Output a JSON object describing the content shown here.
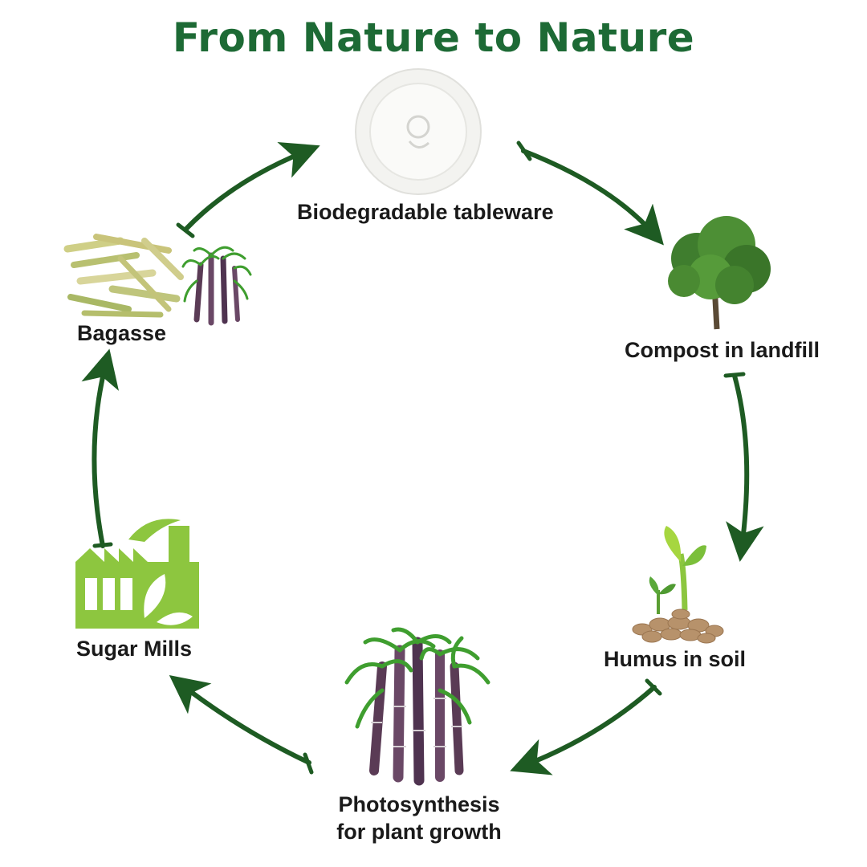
{
  "title": "From Nature to Nature",
  "colors": {
    "title": "#1d6a35",
    "arrow": "#1e5b23",
    "factory": "#8dc63f",
    "plate": "#f3f3f0",
    "leaf": "#3f9e2f",
    "cane": "#5a3b55",
    "soil": "#b7926b"
  },
  "nodes": {
    "tableware": {
      "label": "Biodegradable tableware",
      "icon": "plate-icon"
    },
    "compost": {
      "label": "Compost in landfill",
      "icon": "tree-icon"
    },
    "humus": {
      "label": "Humus in soil",
      "icon": "sprout-icon"
    },
    "photosynthesis": {
      "line1": "Photosynthesis",
      "line2": "for plant growth",
      "icon": "sugarcane-icon"
    },
    "mills": {
      "label": "Sugar Mills",
      "icon": "factory-icon"
    },
    "bagasse": {
      "label": "Bagasse",
      "icon": "bagasse-icon"
    }
  }
}
